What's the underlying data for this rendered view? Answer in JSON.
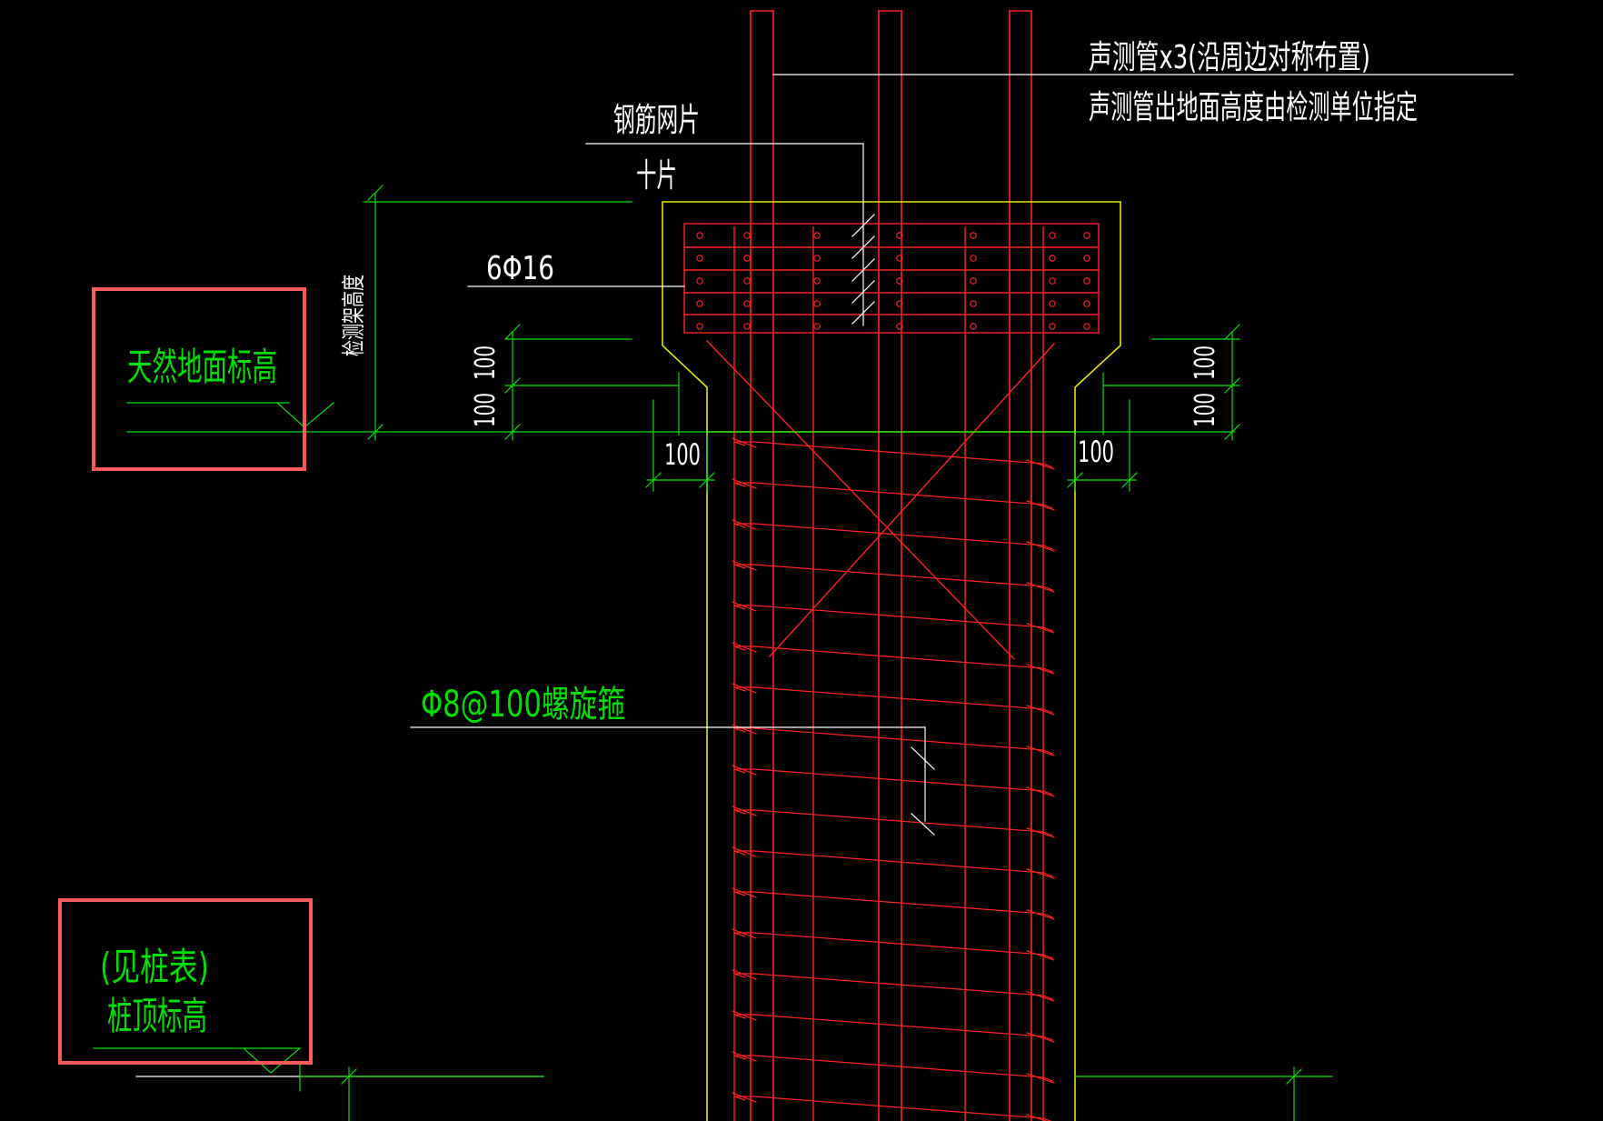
{
  "labels": {
    "sonic_tube_1": "声测管x3(沿周边对称布置)",
    "sonic_tube_2": "声测管出地面高度由检测单位指定",
    "mesh": "钢筋网片",
    "mesh_count": "十片",
    "main_bars": "6Φ16",
    "inspect_height": "检测架高度",
    "natural_ground": "天然地面标高",
    "spiral": "Φ8@100螺旋箍",
    "pile_table": "(见桩表)",
    "pile_top": "桩顶标高"
  },
  "dims": {
    "left_upper": "100",
    "left_lower": "100",
    "right_upper": "100",
    "right_lower": "100",
    "left_width": "100",
    "right_width": "100"
  },
  "colors": {
    "background": "#000000",
    "outline": "#e6e600",
    "rebar": "#ff2020",
    "dimension": "#00e000",
    "leader": "#ffffff",
    "highlight": "#ff5a5a"
  }
}
